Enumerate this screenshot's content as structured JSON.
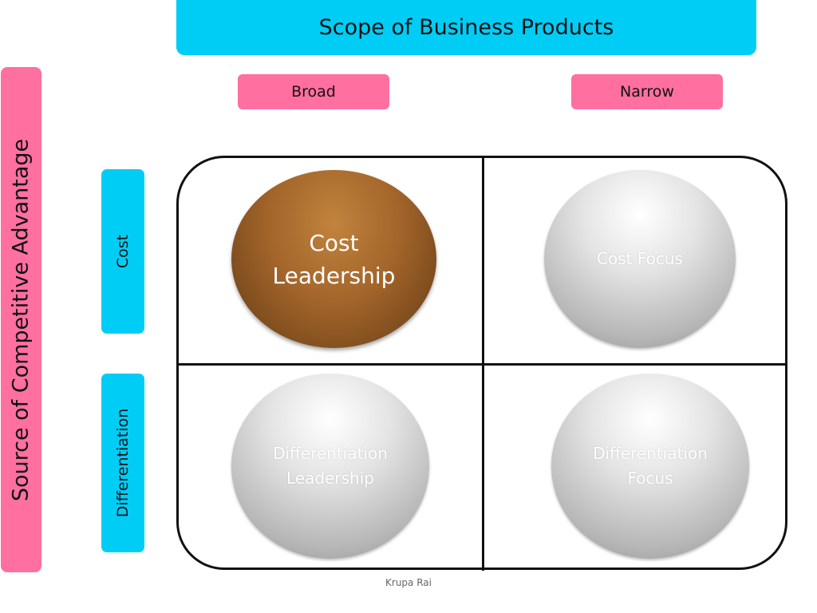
{
  "title": "Scope of Business Products",
  "columns": {
    "broad": "Broad",
    "narrow": "Narrow"
  },
  "side_title": "Source of Competitive Advantage",
  "rows": {
    "cost": "Cost",
    "differentiation": "Differentiation"
  },
  "cells": {
    "cost_leadership": "Cost\nLeadership",
    "cost_focus": "Cost Focus",
    "differentiation_leadership": "Differentiation\nLeadership",
    "differentiation_focus": "Differentiation\nFocus"
  },
  "footer": "Krupa Rai",
  "colors": {
    "cyan": "#00cdf6",
    "pink": "#ff6fa0",
    "highlight": "#a3652a",
    "grey": "#b6b6b6"
  }
}
